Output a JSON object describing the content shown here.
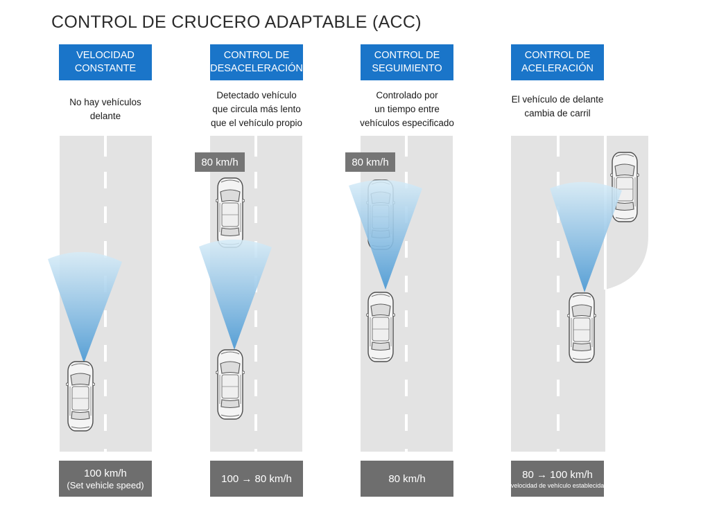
{
  "title": "CONTROL DE CRUCERO ADAPTABLE (ACC)",
  "panels": [
    {
      "mode": [
        "VELOCIDAD",
        "CONSTANTE"
      ],
      "description": [
        "No hay vehículos",
        "delante"
      ],
      "speed_tag": "",
      "speed_main": "100 km/h",
      "speed_sub": "(Set vehicle speed)"
    },
    {
      "mode": [
        "CONTROL DE",
        "DESACELERACIÓN"
      ],
      "description": [
        "Detectado vehículo",
        "que circula más lento",
        "que el vehículo propio"
      ],
      "speed_tag": "80 km/h",
      "speed_main": "100 → 80 km/h",
      "speed_sub": ""
    },
    {
      "mode": [
        "CONTROL DE",
        "SEGUIMIENTO"
      ],
      "description": [
        "Controlado por",
        "un tiempo entre",
        "vehículos especificado"
      ],
      "speed_tag": "80 km/h",
      "speed_main": "80 km/h",
      "speed_sub": ""
    },
    {
      "mode": [
        "CONTROL DE",
        "ACELERACIÓN"
      ],
      "description": [
        "El vehículo de delante",
        "cambia de carril"
      ],
      "speed_tag": "",
      "speed_main": "80 → 100 km/h",
      "speed_sub": "(velocidad de vehículo establecida)"
    }
  ],
  "colors": {
    "mode_box": "#1a75c9",
    "road": "#e3e3e3",
    "lane_mark": "#ffffff",
    "speed_tag": "#757575",
    "speed_box": "#6e6e6e",
    "radar_top": "#d6ecf8",
    "radar_bottom": "#4f9bd4"
  }
}
